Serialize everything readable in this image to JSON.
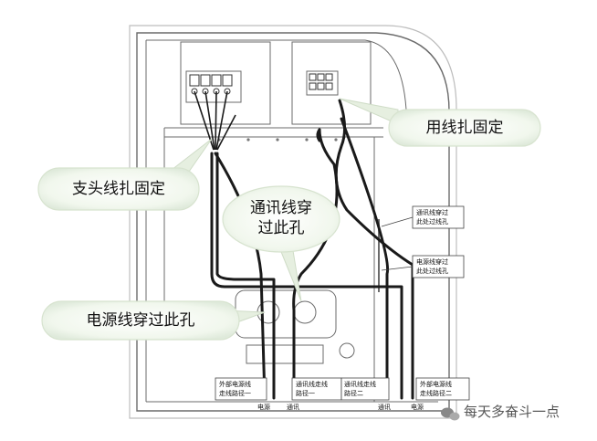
{
  "callouts": {
    "fix_with_ties": "用线扎固定",
    "branch_tie": "支头线扎固定",
    "comm_hole_line1": "通讯线穿",
    "comm_hole_line2": "过此孔",
    "power_hole": "电源线穿过此孔"
  },
  "side_labels": {
    "comm_line1": "通讯线穿过",
    "comm_line2": "此处过线孔",
    "power_line1": "电源线穿过",
    "power_line2": "此处过线孔"
  },
  "bottom_boxes": {
    "ext_power_1_line1": "外部电源线",
    "ext_power_1_line2": "走线路径一",
    "comm_1_line1": "通讯线走线",
    "comm_1_line2": "路径一",
    "comm_2_line1": "通讯线走线",
    "comm_2_line2": "路径二",
    "ext_power_2_line1": "外部电源线",
    "ext_power_2_line2": "走线路径二"
  },
  "bottom_labels": {
    "power_a": "电源",
    "comm_a": "通讯",
    "comm_b": "通讯",
    "power_b": "电源"
  },
  "watermark": "每天多奋斗一点",
  "colors": {
    "cable": "#1a1a1a",
    "outline": "#555555",
    "callout_fill": "#f0f6ec",
    "callout_stroke": "#dde7d6"
  }
}
